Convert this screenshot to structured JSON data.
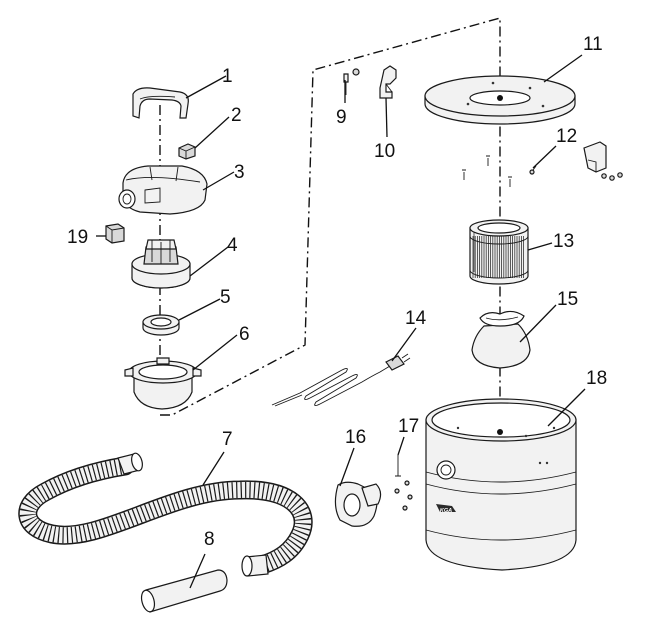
{
  "callouts": {
    "c1": "1",
    "c2": "2",
    "c3": "3",
    "c4": "4",
    "c5": "5",
    "c6": "6",
    "c7": "7",
    "c8": "8",
    "c9": "9",
    "c10": "10",
    "c11": "11",
    "c12": "12",
    "c13": "13",
    "c14": "14",
    "c15": "15",
    "c16": "16",
    "c17": "17",
    "c18": "18",
    "c19": "19"
  },
  "parts": [
    {
      "id": "1",
      "icon": "handle-icon"
    },
    {
      "id": "2",
      "icon": "switch-icon"
    },
    {
      "id": "3",
      "icon": "motor-cover-icon"
    },
    {
      "id": "4",
      "icon": "motor-icon"
    },
    {
      "id": "5",
      "icon": "seal-ring-icon"
    },
    {
      "id": "6",
      "icon": "motor-base-icon"
    },
    {
      "id": "7",
      "icon": "hose-icon"
    },
    {
      "id": "8",
      "icon": "tube-icon"
    },
    {
      "id": "9",
      "icon": "screw-icon"
    },
    {
      "id": "10",
      "icon": "clip-icon"
    },
    {
      "id": "11",
      "icon": "lid-icon"
    },
    {
      "id": "12",
      "icon": "latch-icon"
    },
    {
      "id": "13",
      "icon": "filter-icon"
    },
    {
      "id": "14",
      "icon": "power-cord-icon"
    },
    {
      "id": "15",
      "icon": "filter-bag-icon"
    },
    {
      "id": "16",
      "icon": "inlet-icon"
    },
    {
      "id": "17",
      "icon": "screw-icon"
    },
    {
      "id": "18",
      "icon": "tank-icon"
    },
    {
      "id": "19",
      "icon": "brush-icon"
    }
  ],
  "logo_text": "KGA"
}
